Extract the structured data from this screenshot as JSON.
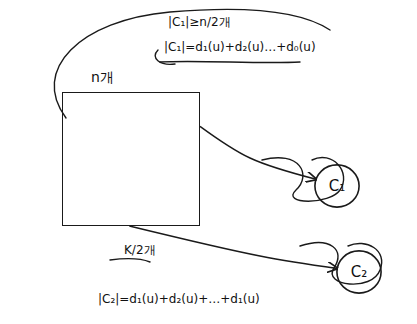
{
  "diagram": {
    "nodes": [
      {
        "text": [
          "n개"
        ]
      },
      {
        "text": [
          "C₁"
        ]
      },
      {
        "text": [
          "C₂"
        ]
      }
    ],
    "edges": [
      {
        "from": 0,
        "to": 1,
        "arrow": "to"
      },
      {
        "from": 0,
        "to": 2,
        "arrow": "to"
      }
    ],
    "labels": [
      "|C₁|≥n/2개",
      "|C₁|=d₁(u)+d₂(u)…+d₀(u)",
      "K/2개",
      "|C₂|=d₁(u)+d₂(u)+…+d₁(u)"
    ]
  }
}
